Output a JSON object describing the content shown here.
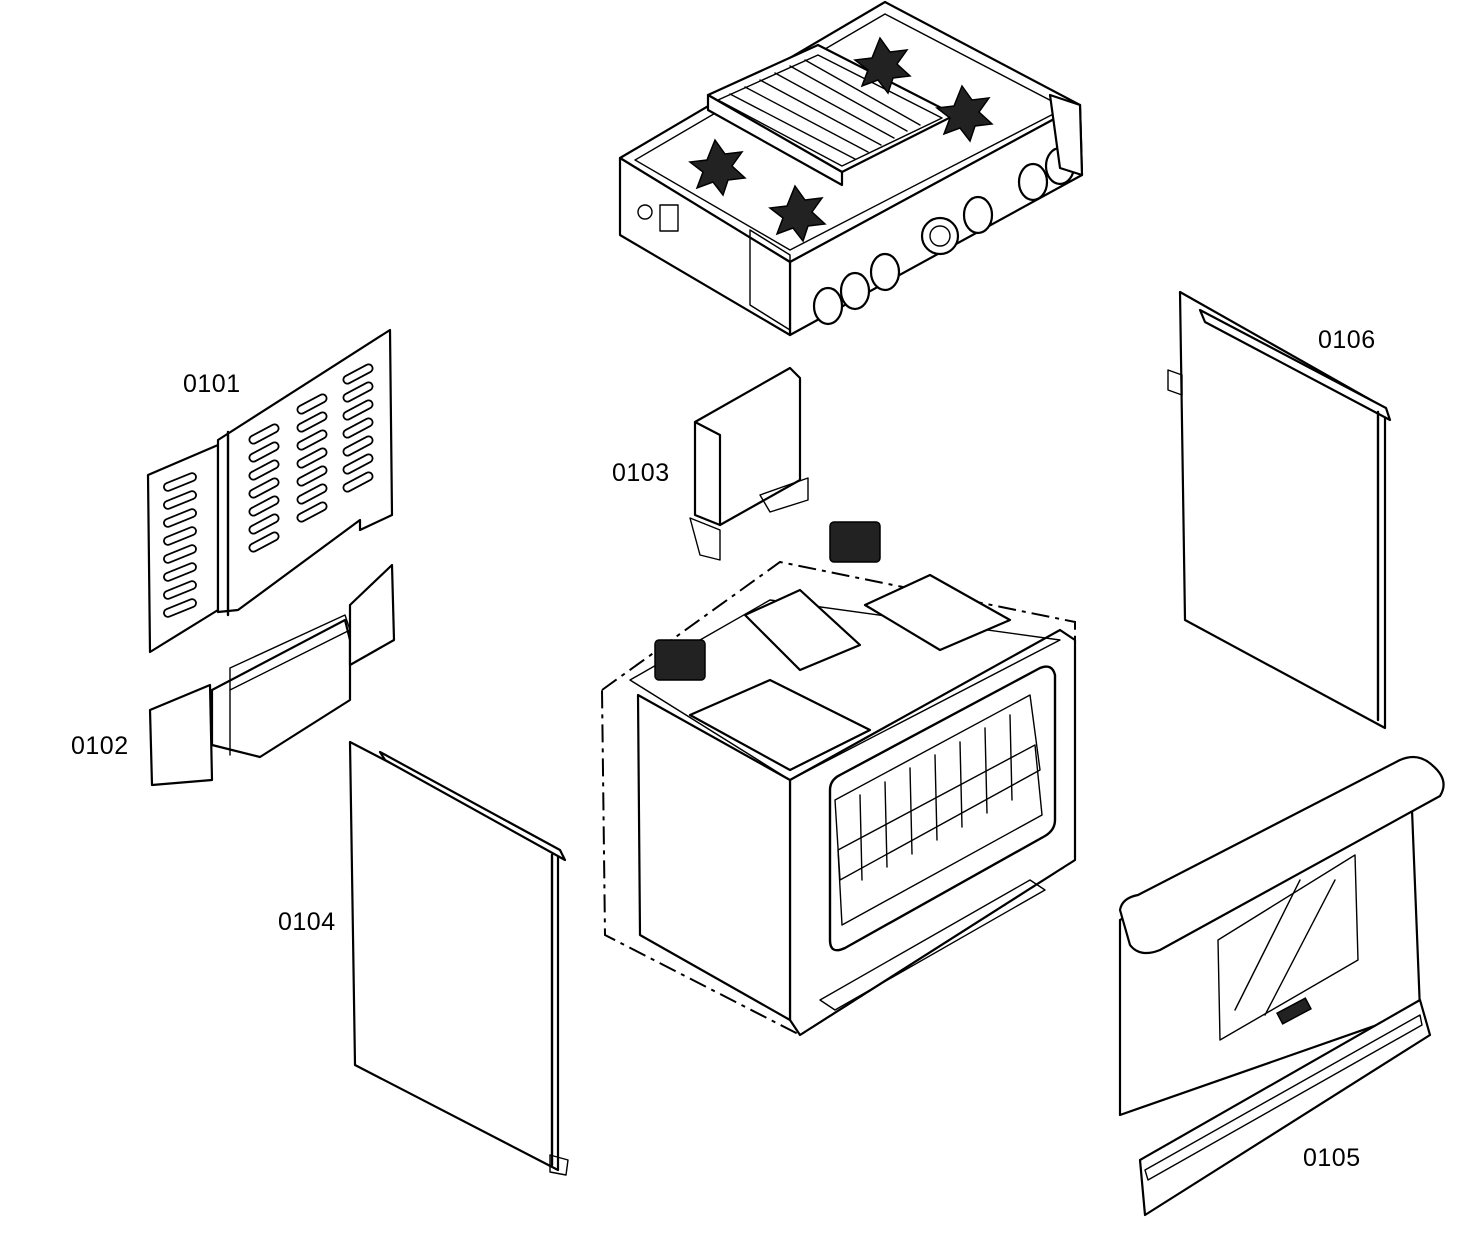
{
  "labels": [
    {
      "id": "0101",
      "text": "0101"
    },
    {
      "id": "0102",
      "text": "0102"
    },
    {
      "id": "0103",
      "text": "0103"
    },
    {
      "id": "0104",
      "text": "0104"
    },
    {
      "id": "0105",
      "text": "0105"
    },
    {
      "id": "0106",
      "text": "0106"
    }
  ]
}
